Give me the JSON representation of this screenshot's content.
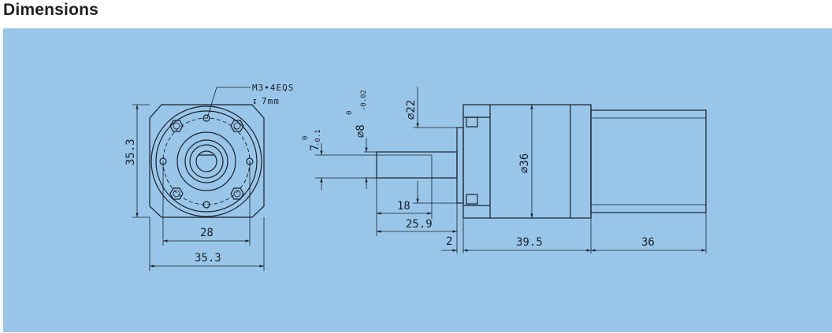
{
  "heading": "Dimensions",
  "colors": {
    "panel": "#99c6e8",
    "ink": "#1a1f2a"
  },
  "front_view": {
    "height_dim": "35.3",
    "inner_width_dim": "28",
    "outer_width_dim": "35.3",
    "hole_note_line1": "M3•4EQS",
    "hole_note_line2": "7mm",
    "depth_symbol": "↧"
  },
  "side_view": {
    "shaft_dia": "⌀8",
    "shaft_tol_upper": "0",
    "shaft_tol_lower": "-0.02",
    "flat_dim": "7",
    "flat_tol_upper": "0",
    "flat_tol_lower": "-0.1",
    "boss_dia": "⌀22",
    "body_dia": "⌀36",
    "dim_18": "18",
    "dim_25_9": "25.9",
    "dim_2": "2",
    "dim_39_5": "39.5",
    "dim_36": "36"
  }
}
